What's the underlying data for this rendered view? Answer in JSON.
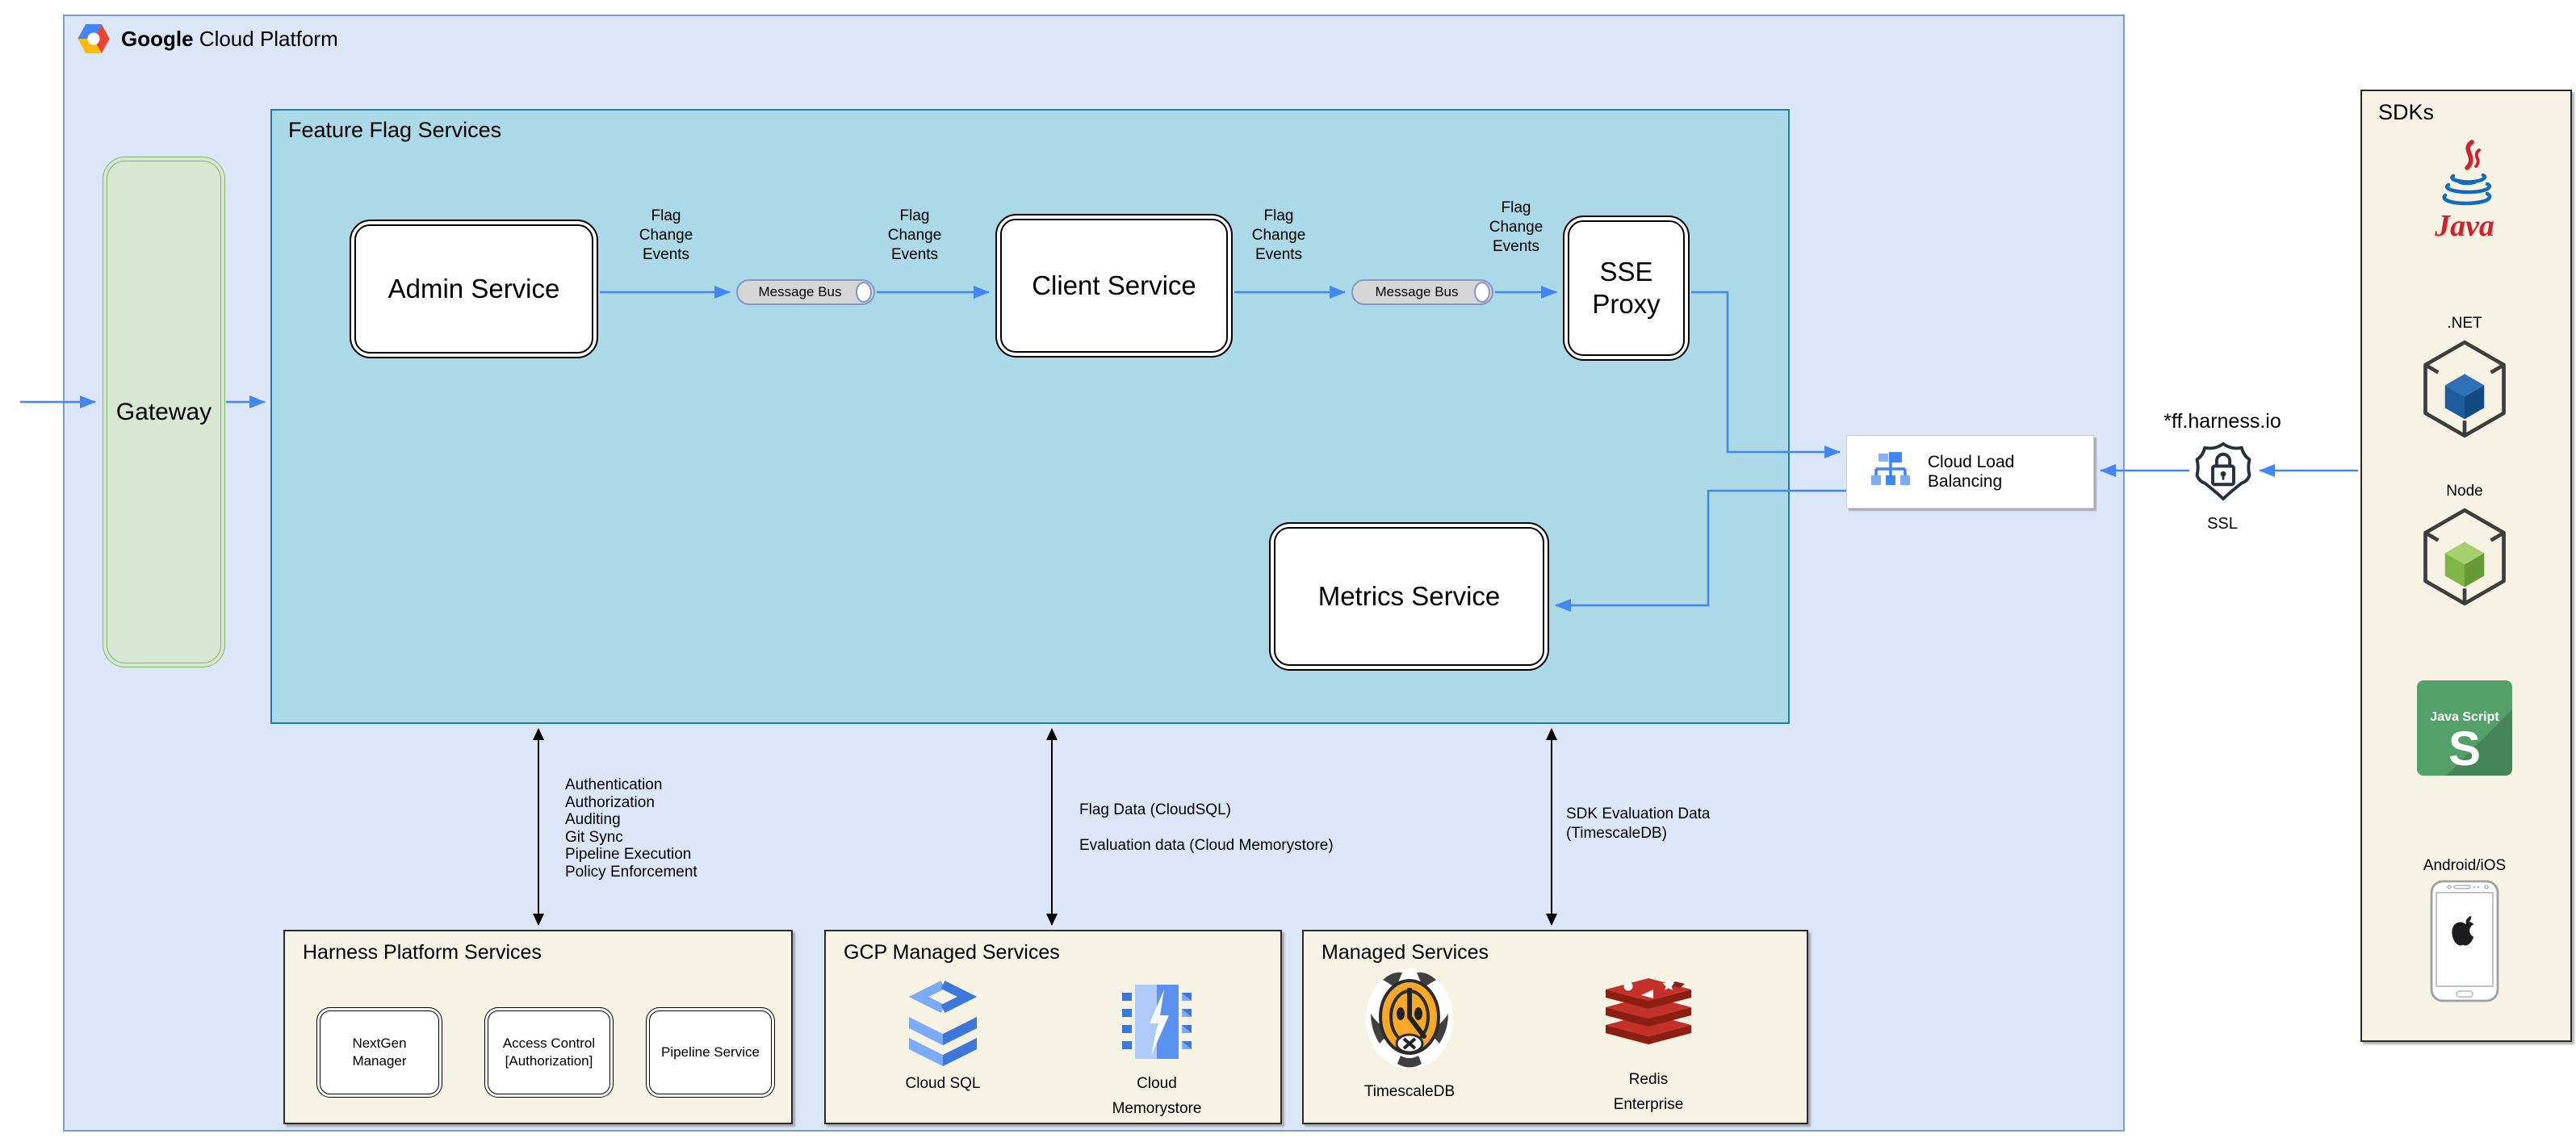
{
  "header": {
    "brand_bold": "Google",
    "brand_rest": " Cloud Platform"
  },
  "gateway": {
    "label": "Gateway"
  },
  "ffs": {
    "title": "Feature Flag Services",
    "admin": "Admin Service",
    "client": "Client Service",
    "sse": "SSE Proxy",
    "metrics": "Metrics Service",
    "bus1": "Message Bus",
    "bus2": "Message Bus"
  },
  "edges": {
    "fce1": "Flag Change Events",
    "fce2": "Flag Change Events",
    "fce3": "Flag Change Events",
    "fce4": "Flag Change Events"
  },
  "clb": {
    "label": "Cloud Load Balancing"
  },
  "ssl": {
    "domain": "*ff.harness.io",
    "label": "SSL"
  },
  "sdks": {
    "title": "SDKs",
    "java_label": "Java",
    "dotnet_label": ".NET",
    "node_label": "Node",
    "js_title": "Java Script",
    "js_letter": "S",
    "mobile_label": "Android/iOS"
  },
  "annotations": {
    "harness_items": [
      "Authentication",
      "Authorization",
      "Auditing",
      "Git Sync",
      "Pipeline Execution",
      "Policy Enforcement"
    ],
    "flag_data": "Flag Data (CloudSQL)",
    "eval_data": "Evaluation data (Cloud Memorystore)",
    "sdk_eval": "SDK Evaluation Data (TimescaleDB)"
  },
  "harness_panel": {
    "title": "Harness Platform Services",
    "services": [
      "NextGen Manager",
      "Access Control [Authorization]",
      "Pipeline Service"
    ]
  },
  "gcp_panel": {
    "title": "GCP Managed Services",
    "cloud_sql": "Cloud SQL",
    "memorystore": "Cloud Memorystore"
  },
  "managed_panel": {
    "title": "Managed Services",
    "timescale": "TimescaleDB",
    "redis": "Redis Enterprise"
  },
  "colors": {
    "accent_blue": "#4285f4",
    "ffs_fill": "#abd9e7",
    "gcp_fill": "#dbe7f9",
    "panel_beige": "#f6f2e4",
    "gateway_green": "#d7e8d2",
    "redis_red": "#c6302b",
    "tiger_orange": "#f9a825"
  }
}
